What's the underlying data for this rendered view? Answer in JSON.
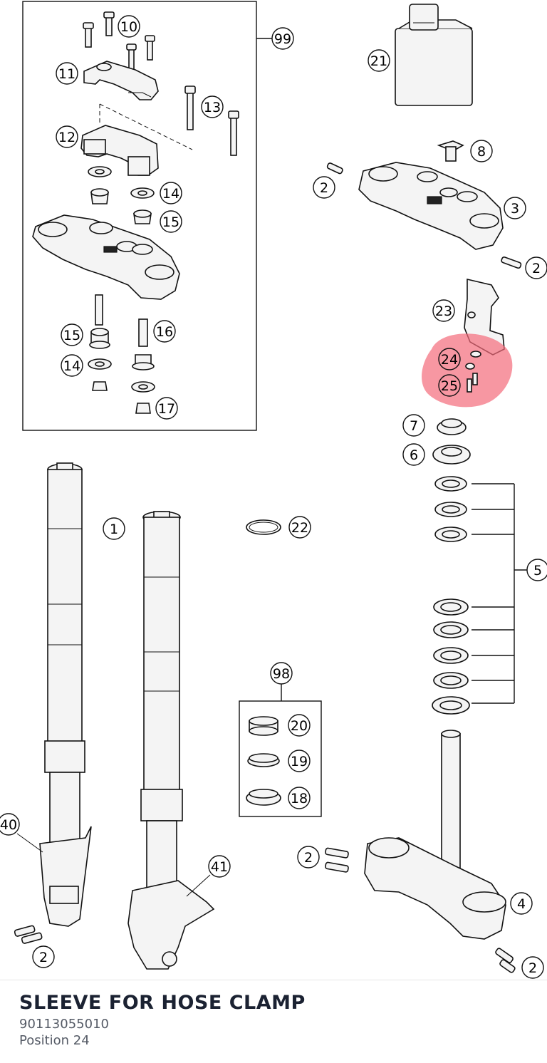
{
  "part": {
    "name": "SLEEVE FOR HOSE CLAMP",
    "number": "90113055010",
    "position_label": "Position 24"
  },
  "highlight_color": "#f36b7a",
  "callouts": [
    {
      "id": "c10",
      "label": "10"
    },
    {
      "id": "c99",
      "label": "99"
    },
    {
      "id": "c11",
      "label": "11"
    },
    {
      "id": "c13",
      "label": "13"
    },
    {
      "id": "c12",
      "label": "12"
    },
    {
      "id": "c14a",
      "label": "14"
    },
    {
      "id": "c15a",
      "label": "15"
    },
    {
      "id": "c16",
      "label": "16"
    },
    {
      "id": "c15b",
      "label": "15"
    },
    {
      "id": "c14b",
      "label": "14"
    },
    {
      "id": "c17",
      "label": "17"
    },
    {
      "id": "c21",
      "label": "21"
    },
    {
      "id": "c8",
      "label": "8"
    },
    {
      "id": "c2a",
      "label": "2"
    },
    {
      "id": "c3",
      "label": "3"
    },
    {
      "id": "c2b",
      "label": "2"
    },
    {
      "id": "c23",
      "label": "23"
    },
    {
      "id": "c24",
      "label": "24"
    },
    {
      "id": "c25",
      "label": "25"
    },
    {
      "id": "c7",
      "label": "7"
    },
    {
      "id": "c6",
      "label": "6"
    },
    {
      "id": "c1",
      "label": "1"
    },
    {
      "id": "c22",
      "label": "22"
    },
    {
      "id": "c5",
      "label": "5"
    },
    {
      "id": "c98",
      "label": "98"
    },
    {
      "id": "c20",
      "label": "20"
    },
    {
      "id": "c19",
      "label": "19"
    },
    {
      "id": "c18",
      "label": "18"
    },
    {
      "id": "c40",
      "label": "40"
    },
    {
      "id": "c41",
      "label": "41"
    },
    {
      "id": "c2c",
      "label": "2"
    },
    {
      "id": "c4",
      "label": "4"
    },
    {
      "id": "c2d",
      "label": "2"
    },
    {
      "id": "c2e",
      "label": "2"
    }
  ]
}
